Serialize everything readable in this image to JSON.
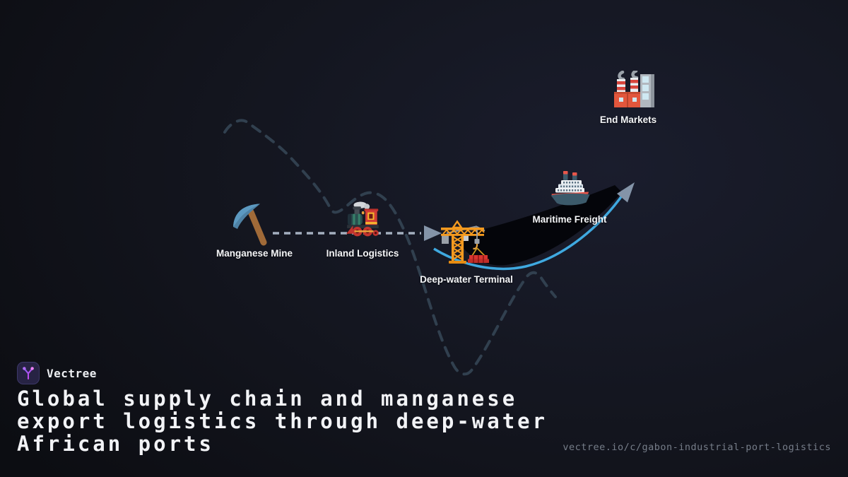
{
  "brand": {
    "name": "Vectree"
  },
  "title": {
    "lines": [
      "Global supply chain and manganese",
      "export logistics through deep-water",
      "African ports"
    ]
  },
  "footer": {
    "url": "vectree.io/c/gabon-industrial-port-logistics"
  },
  "nodes": [
    {
      "label": "Manganese Mine",
      "icon": "pickaxe-icon"
    },
    {
      "label": "Inland Logistics",
      "icon": "locomotive-icon"
    },
    {
      "label": "Deep-water Terminal",
      "icon": "crane-icon"
    },
    {
      "label": "Maritime Freight",
      "icon": "ship-icon"
    },
    {
      "label": "End Markets",
      "icon": "factory-icon"
    }
  ],
  "colors": {
    "background_glow": "#1a1d2d",
    "background_edge": "#0c0d12",
    "dashed_link": "#a4afbf",
    "decorative_squiggle": "#31404f",
    "arrow": "#8494a8",
    "flow_curve_blue": "#3fa9e0",
    "swoosh_black": "#04050a",
    "label_text": "#f5f6f8",
    "title_text": "#f2f3f6",
    "url_text": "#767d89",
    "logo_bg": "#272344",
    "logo_gradient_start": "#8b5cf6",
    "logo_gradient_end": "#d946ef"
  }
}
